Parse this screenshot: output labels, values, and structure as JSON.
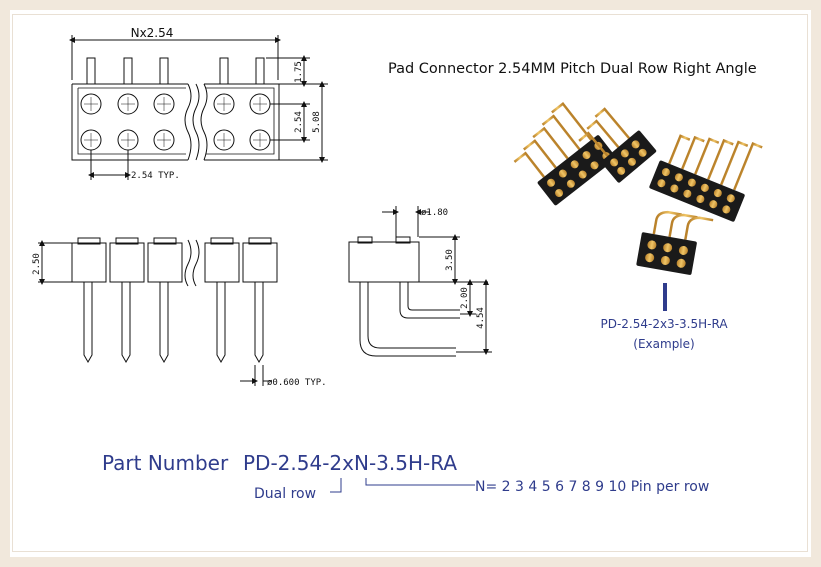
{
  "title": "Pad Connector 2.54MM Pitch Dual Row Right Angle",
  "top_view": {
    "dim_width": "Nx2.54",
    "dim_top": "1.75",
    "dim_pitch_v": "2.54",
    "dim_height": "5.08",
    "dim_pitch_h": "2.54 TYP."
  },
  "front_view": {
    "dim_height": "2.50",
    "dim_pin": "ø0.600 TYP."
  },
  "side_view": {
    "dim_pad": "ø1.80",
    "dim_a": "3.50",
    "dim_b": "2.00",
    "dim_c": "4.54"
  },
  "example": {
    "part": "PD-2.54-2x3-3.5H-RA",
    "note": "(Example)"
  },
  "part_number": {
    "label": "Part Number",
    "code": "PD-2.54-2xN-3.5H-RA",
    "dual_row": "Dual row",
    "n_note": "N= 2 3 4 5 6 7 8 9 10 Pin per row"
  },
  "colors": {
    "accent_blue": "#2f3c8c",
    "gold": "#d9a441",
    "body_black": "#1a1a1a"
  }
}
